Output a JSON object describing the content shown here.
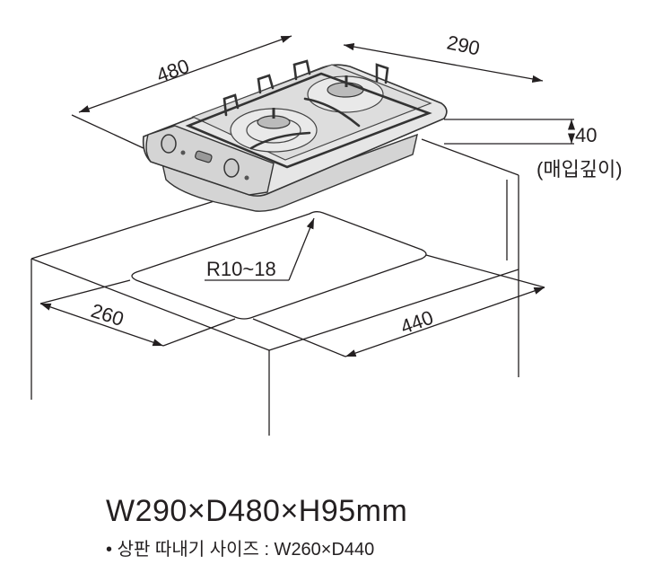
{
  "dimensions": {
    "depth": "480",
    "width": "290",
    "height_in": "40",
    "height_in_label": "(매입깊이)",
    "radius": "R10~18",
    "cutout_width": "260",
    "cutout_depth": "440"
  },
  "spec": {
    "main": "W290×D480×H95mm",
    "bullet": "•",
    "cutout_label": "상판 따내기 사이즈 : W260×D440"
  }
}
